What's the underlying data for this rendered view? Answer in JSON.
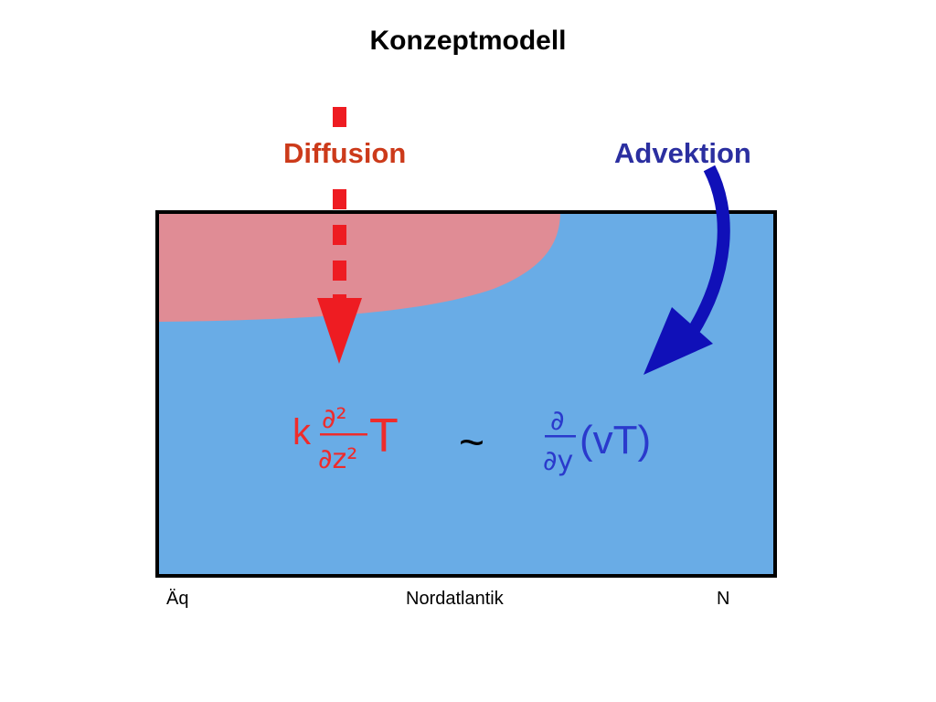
{
  "title": "Konzeptmodell",
  "labels": {
    "diffusion": "Diffusion",
    "advektion": "Advektion"
  },
  "equation": {
    "left_k": "k",
    "left_num": "∂²",
    "left_den": "∂z²",
    "left_T": "T",
    "tilde": "~",
    "right_num": "∂",
    "right_den": "∂y",
    "right_term": "(vT)"
  },
  "axis": {
    "left": "Äq",
    "middle": "Nordatlantik",
    "right": "N"
  },
  "colors": {
    "ocean_blue": "#69ace6",
    "warm_region": "#e08c95",
    "diffusion_red": "#cc3a1a",
    "arrow_red": "#ee1c22",
    "advektion_blue": "#2b2fa0",
    "arrow_blue": "#1010b8",
    "equation_red": "#ee2c2c",
    "equation_blue": "#2a3acc",
    "frame": "#000000"
  }
}
